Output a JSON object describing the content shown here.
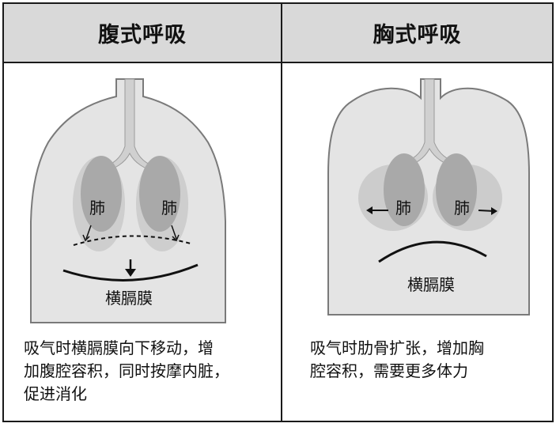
{
  "left": {
    "title": "腹式呼吸",
    "lung_left_label": "肺",
    "lung_right_label": "肺",
    "diaphragm_label": "横膈膜",
    "description_lines": [
      "吸气时横膈膜向下移动，增",
      "加腹腔容积，同时按摩内脏，",
      "促进消化"
    ]
  },
  "right": {
    "title": "胸式呼吸",
    "lung_left_label": "肺",
    "lung_right_label": "肺",
    "diaphragm_label": "横膈膜",
    "description_lines": [
      "吸气时肋骨扩张，增加胸",
      "腔容积，需要更多体力"
    ]
  },
  "colors": {
    "header_bg": "#d9d9d9",
    "torso_fill": "#e4e4e4",
    "torso_stroke": "#7a7a7a",
    "lung_fill": "#a9a9a9",
    "lung_ghost": "#c8c8c8",
    "line": "#111111"
  }
}
